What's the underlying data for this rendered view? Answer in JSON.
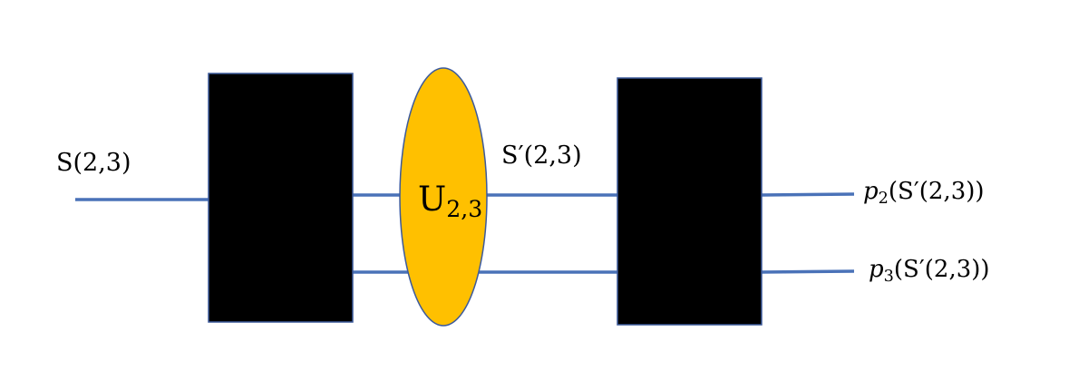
{
  "colors": {
    "wire": "#4a72b8",
    "box": "#000000",
    "box_border": "#3c5a9c",
    "gate_fill": "#ffc000",
    "gate_border": "#3c5a9c",
    "text": "#000000"
  },
  "labels": {
    "input_state": "S(2,3)",
    "mid_state": "S′(2,3)",
    "gate": {
      "main": "U",
      "sub": "2,3"
    },
    "output_2": {
      "symbol": "p",
      "sub": "2",
      "arg": "(S′(2,3))"
    },
    "output_3": {
      "symbol": "p",
      "sub": "3",
      "arg": "(S′(2,3))"
    }
  }
}
